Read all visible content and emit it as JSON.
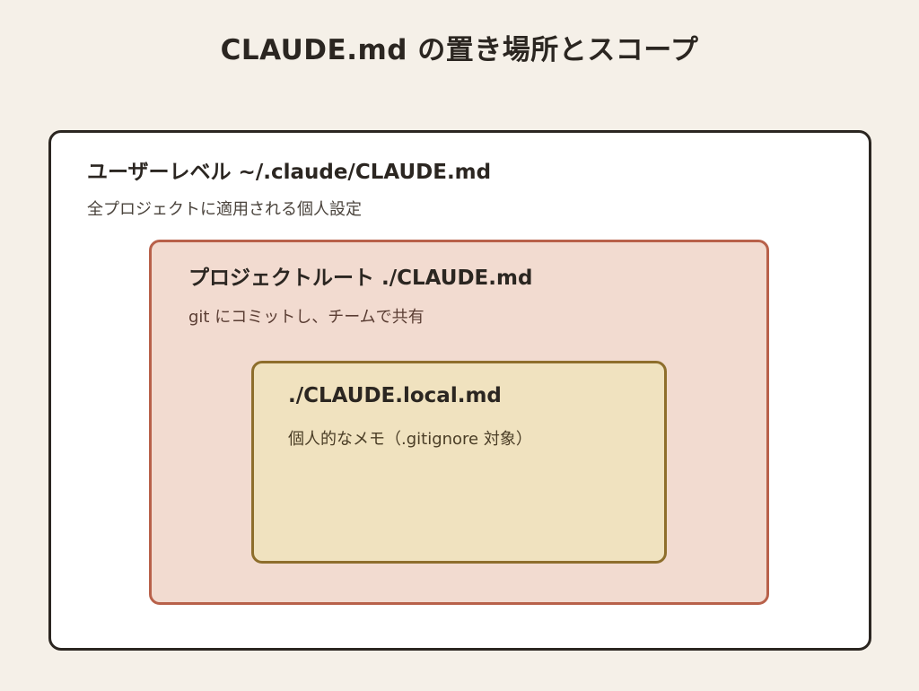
{
  "title": "CLAUDE.md の置き場所とスコープ",
  "scopes": {
    "user": {
      "label": "ユーザーレベル  ~/.claude/CLAUDE.md",
      "description": "全プロジェクトに適用される個人設定"
    },
    "project": {
      "label": "プロジェクトルート  ./CLAUDE.md",
      "description": "git にコミットし、チームで共有"
    },
    "local": {
      "label": "./CLAUDE.local.md",
      "description": "個人的なメモ（.gitignore 対象）"
    }
  },
  "colors": {
    "background": "#f5f0e8",
    "user_fill": "#ffffff",
    "user_border": "#2b2621",
    "project_fill": "#f2dbd0",
    "project_border": "#b8614a",
    "local_fill": "#f0e2bf",
    "local_border": "#8e6e2c"
  }
}
